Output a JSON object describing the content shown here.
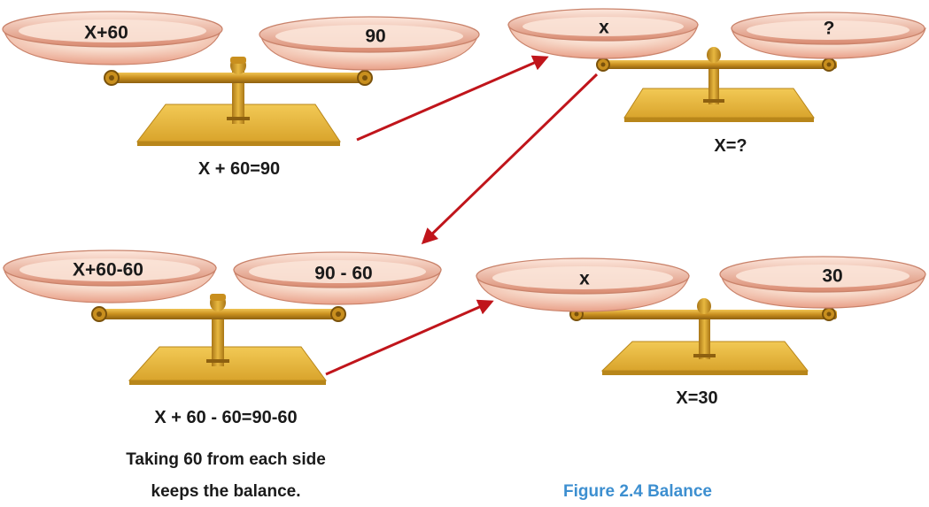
{
  "scales": [
    {
      "left": "X+60",
      "right": "90",
      "equation": "X + 60=90"
    },
    {
      "left": "x",
      "right": "?",
      "equation": "X=?"
    },
    {
      "left": "X+60-60",
      "right": "90 - 60",
      "equation": "X + 60 - 60=90-60"
    },
    {
      "left": "x",
      "right": "30",
      "equation": "X=30"
    }
  ],
  "note": {
    "line1": "Taking 60 from each side",
    "line2": "keeps the balance."
  },
  "caption": "Figure 2.4 Balance",
  "colors": {
    "arrow": "#c0151b",
    "caption": "#3d8fd0",
    "pan_highlight": "#fff3ec",
    "pan_shade": "#eca892",
    "brass": "#c98f1e",
    "base": "#e8b83e"
  }
}
